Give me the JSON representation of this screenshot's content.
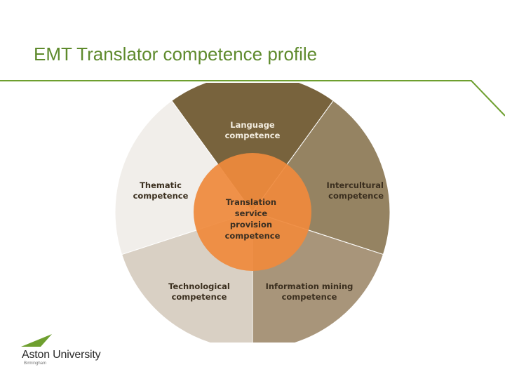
{
  "slide": {
    "title": "EMT Translator competence profile"
  },
  "diagram": {
    "center": {
      "lines": [
        "Translation",
        "service",
        "provision",
        "competence"
      ],
      "color": "#ef8a3c"
    },
    "segments": [
      {
        "name": "language",
        "lines": [
          "Language",
          "competence"
        ],
        "color": "#78633d",
        "text_color": "#f3ede0"
      },
      {
        "name": "intercultural",
        "lines": [
          "Intercultural",
          "competence"
        ],
        "color": "#958362",
        "text_color": "#3b2f1f"
      },
      {
        "name": "information-mining",
        "lines": [
          "Information mining",
          "competence"
        ],
        "color": "#a8957a",
        "text_color": "#3b2f1f"
      },
      {
        "name": "technological",
        "lines": [
          "Technological",
          "competence"
        ],
        "color": "#d9d0c4",
        "text_color": "#3b2f1f"
      },
      {
        "name": "thematic",
        "lines": [
          "Thematic",
          "competence"
        ],
        "color": "#f1eeea",
        "text_color": "#3b2f1f"
      }
    ]
  },
  "logo": {
    "name": "Aston University",
    "sub": "Birmingham",
    "accent": "#6e9f2f"
  },
  "accent_color": "#6e9f2f"
}
